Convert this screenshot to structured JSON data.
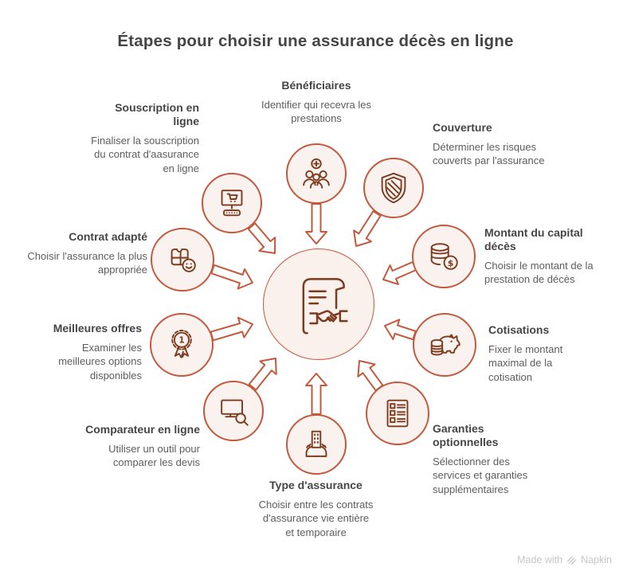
{
  "title": "Étapes pour choisir une assurance décès en ligne",
  "center": {
    "icon": "document-handshake-icon"
  },
  "nodes": [
    {
      "id": "beneficiaires",
      "label": "Bénéficiaires",
      "description": "Identifier qui recevra les prestations",
      "icon": "add-users-icon"
    },
    {
      "id": "couverture",
      "label": "Couverture",
      "description": "Déterminer les risques couverts par l'assurance",
      "icon": "shield-icon"
    },
    {
      "id": "montant-capital-deces",
      "label": "Montant du capital décès",
      "description": "Choisir le montant de la prestation de décès",
      "icon": "coins-dollar-icon"
    },
    {
      "id": "cotisations",
      "label": "Cotisations",
      "description": "Fixer le montant maximal de la cotisation",
      "icon": "piggy-bank-icon"
    },
    {
      "id": "garanties-optionnelles",
      "label": "Garanties optionnelles",
      "description": "Sélectionner des services et garanties supplémentaires",
      "icon": "checklist-icon"
    },
    {
      "id": "type-assurance",
      "label": "Type d'assurance",
      "description": "Choisir entre les contrats d'assurance vie entière et temporaire",
      "icon": "hands-building-icon"
    },
    {
      "id": "comparateur-en-ligne",
      "label": "Comparateur en ligne",
      "description": "Utiliser un outil pour comparer les devis",
      "icon": "monitor-search-icon"
    },
    {
      "id": "meilleures-offres",
      "label": "Meilleures offres",
      "description": "Examiner les meilleures options disponibles",
      "icon": "award-ribbon-icon"
    },
    {
      "id": "contrat-adapte",
      "label": "Contrat adapté",
      "description": "Choisir l'assurance la plus appropriée",
      "icon": "puzzle-smiley-icon"
    },
    {
      "id": "souscription-en-ligne",
      "label": "Souscription en ligne",
      "description": "Finaliser la souscription du contrat d'aasurance en ligne",
      "icon": "monitor-cart-icon"
    }
  ],
  "footer": {
    "made_with": "Made with",
    "brand": "Napkin"
  },
  "colors": {
    "accent": "#C4583C",
    "circle_fill": "#FAF2EE",
    "icon_stroke": "#7E3A1D",
    "title": "#454545",
    "label": "#454545",
    "description": "#5D5D5D",
    "footer": "#C6C6C6"
  }
}
